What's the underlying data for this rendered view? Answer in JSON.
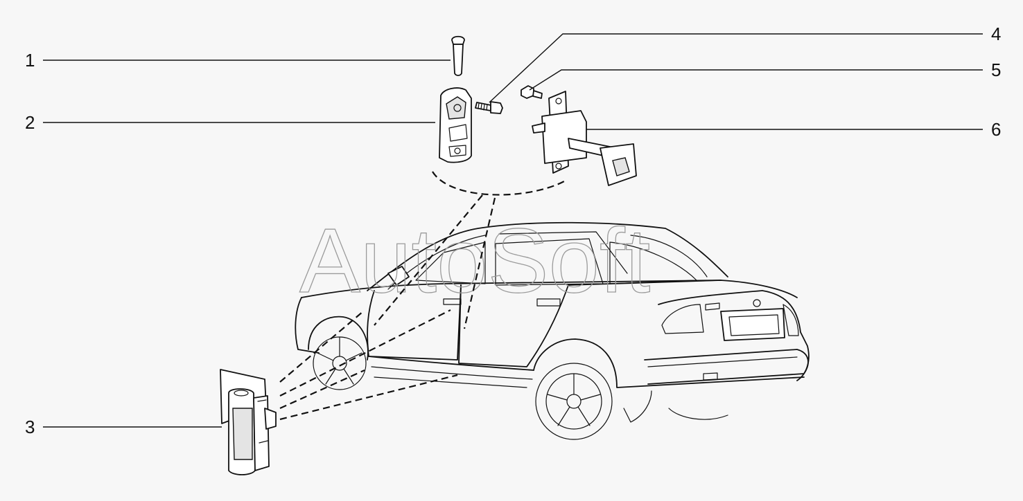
{
  "watermark": {
    "text": "AutoSoft"
  },
  "callouts": [
    {
      "id": "1",
      "label": "1"
    },
    {
      "id": "2",
      "label": "2"
    },
    {
      "id": "3",
      "label": "3"
    },
    {
      "id": "4",
      "label": "4"
    },
    {
      "id": "5",
      "label": "5"
    },
    {
      "id": "6",
      "label": "6"
    }
  ],
  "colors": {
    "line": "#111111",
    "background": "#f7f7f7",
    "watermark": "#9a9a9a"
  }
}
